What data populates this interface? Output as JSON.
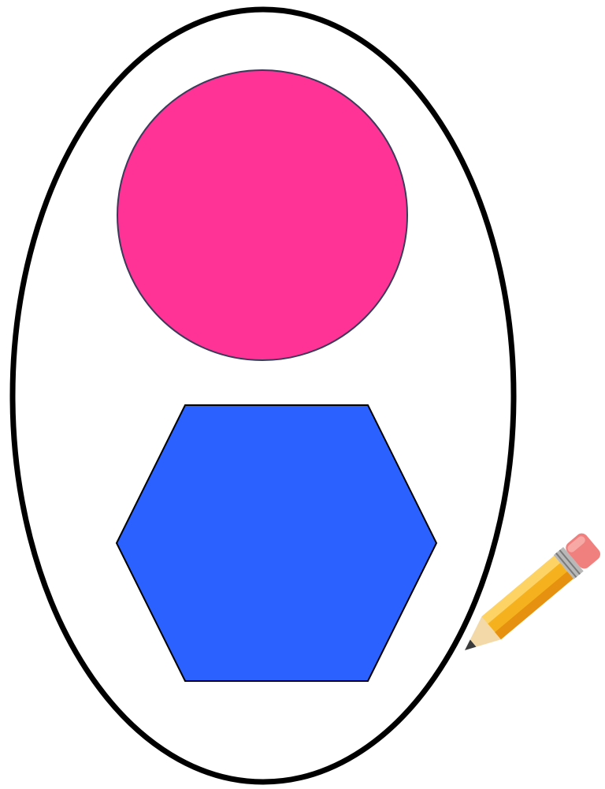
{
  "diagram": {
    "background_color": "#FFFFFF",
    "enclosure": {
      "shape": "ellipse",
      "stroke_color": "#000000",
      "fill_color": "#FFFFFF"
    },
    "shapes": [
      {
        "shape": "circle",
        "position": "top",
        "fill_color": "#FF3396",
        "stroke_color": "#3A3A5A"
      },
      {
        "shape": "hexagon",
        "position": "bottom",
        "fill_color": "#2B61FF",
        "stroke_color": "#000000"
      }
    ],
    "pencil": {
      "icon": "pencil-icon",
      "body_color": "#F6B21E",
      "eraser_color": "#F0807E",
      "ferrule_color": "#B8B8B8",
      "wood_color": "#F3D9A7",
      "lead_color": "#3A3A3A"
    }
  }
}
